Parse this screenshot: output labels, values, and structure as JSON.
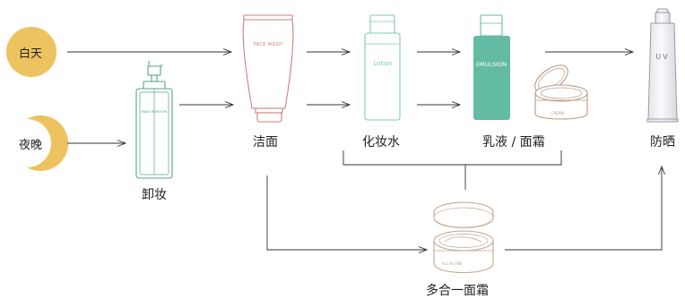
{
  "times": {
    "day": "白天",
    "night": "夜晚"
  },
  "steps": {
    "remover": "卸妆",
    "cleanser": "洁面",
    "toner": "化妆水",
    "emulsion_cream": "乳液 / 面霜",
    "sunscreen": "防晒",
    "all_in_one": "多合一面霜"
  },
  "product_text": {
    "face_wash": "FACE WASH",
    "lotion": "Lotion",
    "emulsion": "EMULSION",
    "cream": "CREAM",
    "uv": "UV",
    "all_in_one": "ALL IN ONE",
    "remover": "MAKE REMOVER"
  },
  "colors": {
    "badge": "#ecc35f",
    "remover": "#53a58b",
    "face_wash": "#c97f7f",
    "lotion": "#7fc8bc",
    "emulsion": "#62bba2",
    "cream_pot": "#b89a82",
    "uv_tube": "#9a9aa6",
    "all_in_one": "#c4a592",
    "arrow": "#333333"
  }
}
